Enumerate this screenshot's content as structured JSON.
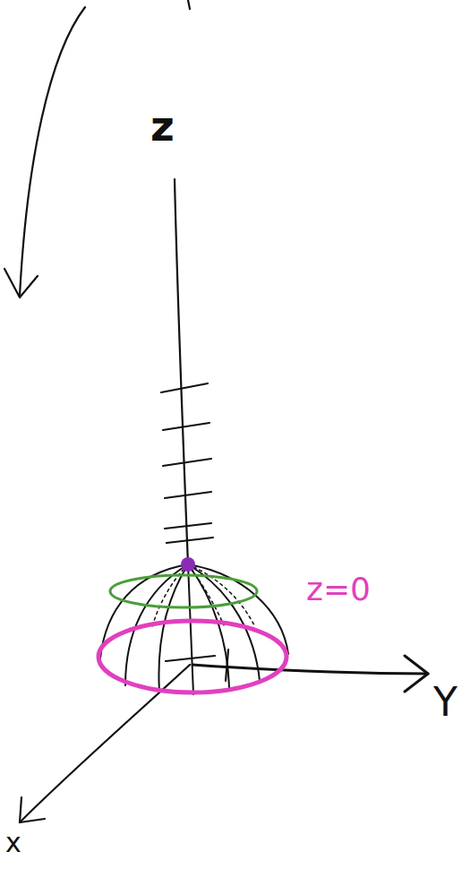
{
  "diagram": {
    "labels": [
      "z",
      "z=0",
      "Y",
      "x"
    ]
  }
}
